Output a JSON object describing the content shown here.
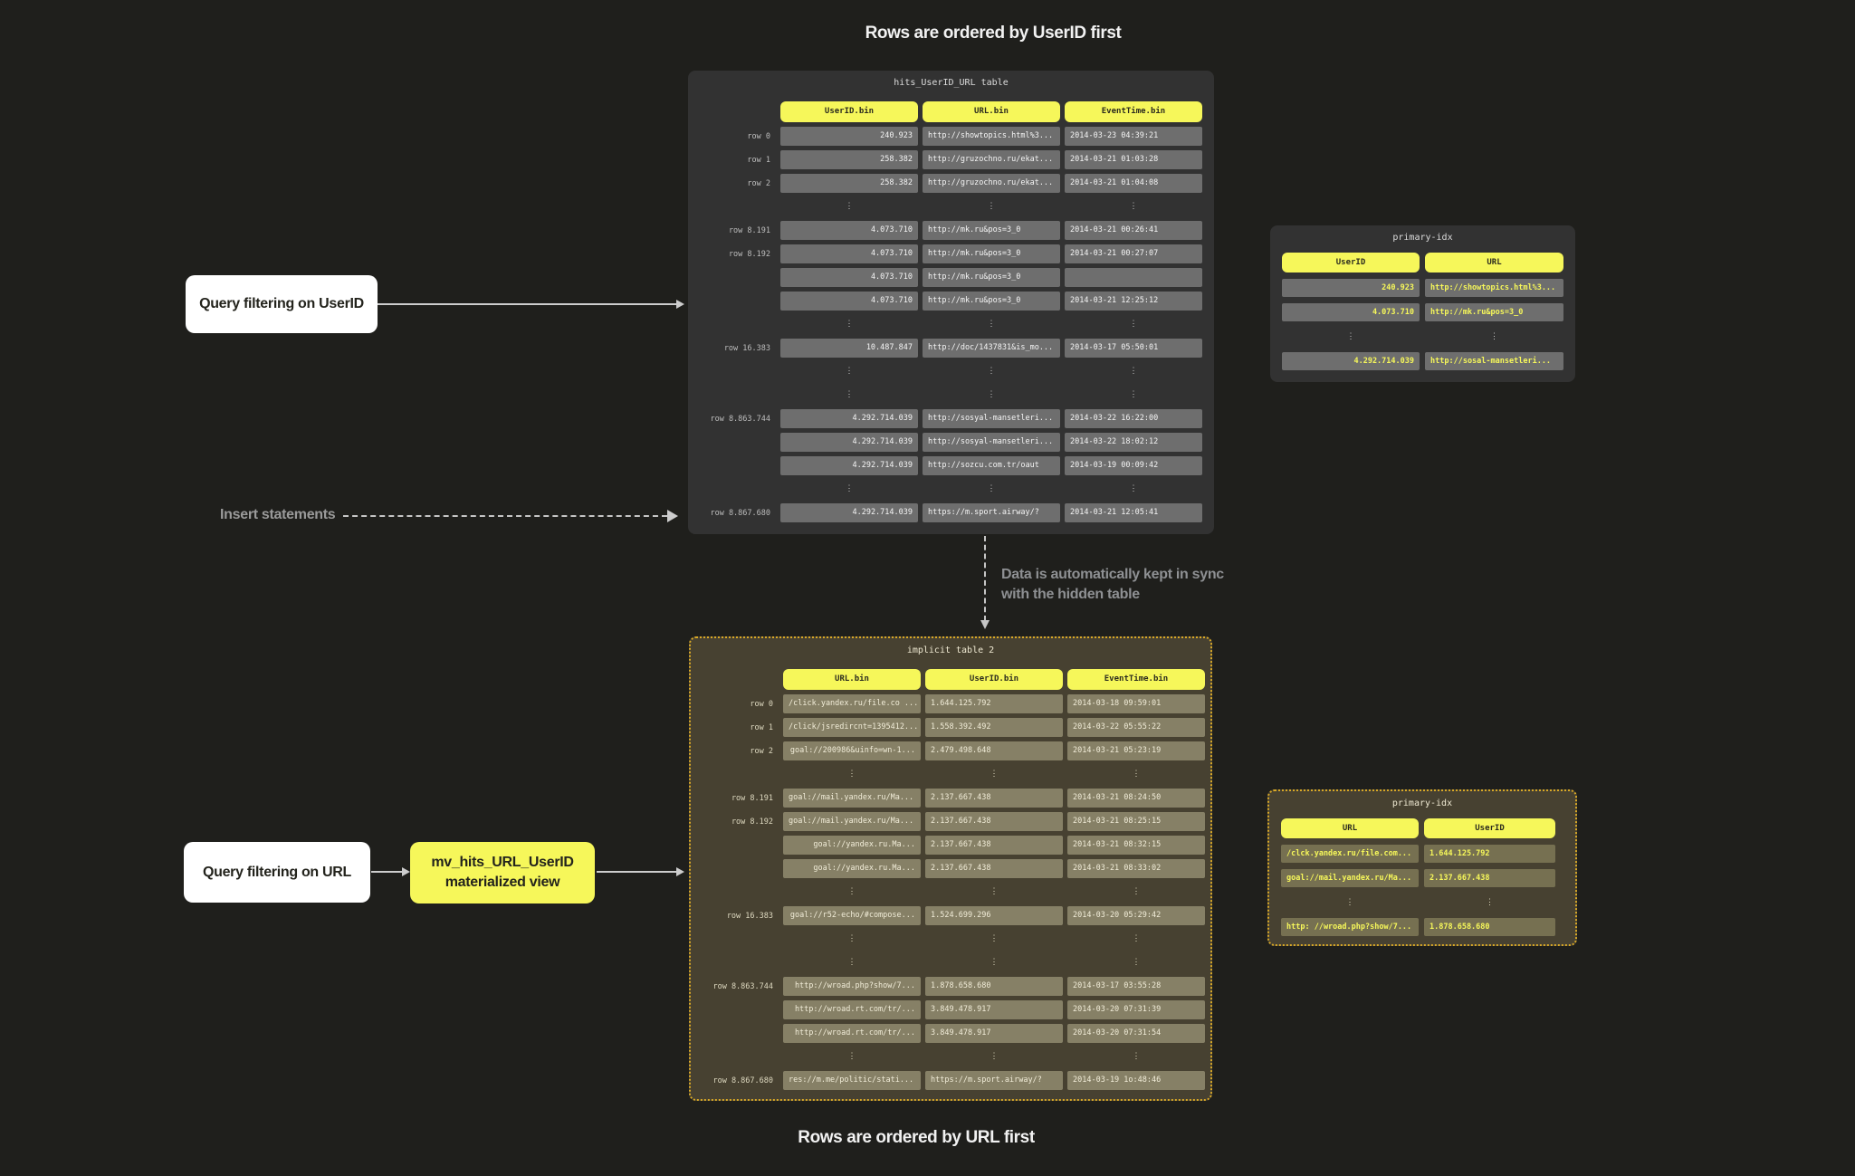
{
  "captions": {
    "top": "Rows are ordered by UserID first",
    "bottom": "Rows are ordered by URL first"
  },
  "labels": {
    "query_userid": "Query filtering on UserID",
    "query_url": "Query filtering on URL",
    "insert_statements": "Insert statements",
    "sync_note": [
      "Data is automatically kept in sync",
      "with the hidden table"
    ],
    "materialized_view": [
      "mv_hits_URL_UserID",
      "materialized view"
    ]
  },
  "colors": {
    "background": "#1f1f1c",
    "panel_dark": "#323232",
    "panel_olive": "#474131",
    "olive_border": "#d8a827",
    "accent_yellow": "#f6f75a",
    "cell_gray": "#6e6e6e",
    "cell_olive": "#868066",
    "white_box": "#ffffff"
  },
  "tables": {
    "hits": {
      "title": "hits_UserID_URL table",
      "headers": [
        "UserID.bin",
        "URL.bin",
        "EventTime.bin"
      ],
      "align": [
        "r",
        "l",
        "l"
      ],
      "rows": [
        {
          "label": "row 0",
          "cells": [
            "240.923",
            "http://showtopics.html%3...",
            "2014-03-23 04:39:21"
          ]
        },
        {
          "label": "row 1",
          "cells": [
            "258.382",
            "http://gruzochno.ru/ekat...",
            "2014-03-21 01:03:28"
          ]
        },
        {
          "label": "row 2",
          "cells": [
            "258.382",
            "http://gruzochno.ru/ekat...",
            "2014-03-21 01:04:08"
          ]
        },
        {
          "dots": true
        },
        {
          "label": "row 8.191",
          "cells": [
            "4.073.710",
            "http://mk.ru&pos=3_0",
            "2014-03-21 00:26:41"
          ]
        },
        {
          "label": "row 8.192",
          "cells": [
            "4.073.710",
            "http://mk.ru&pos=3_0",
            "2014-03-21 00:27:07"
          ]
        },
        {
          "cells": [
            "4.073.710",
            "http://mk.ru&pos=3_0",
            ""
          ]
        },
        {
          "cells": [
            "4.073.710",
            "http://mk.ru&pos=3_0",
            "2014-03-21 12:25:12"
          ]
        },
        {
          "dots": true
        },
        {
          "label": "row 16.383",
          "cells": [
            "10.487.847",
            "http://doc/1437831&is_mo...",
            "2014-03-17 05:50:01"
          ]
        },
        {
          "dots": true
        },
        {
          "dots": true
        },
        {
          "label": "row 8.863.744",
          "cells": [
            "4.292.714.039",
            "http://sosyal-mansetleri...",
            "2014-03-22 16:22:00"
          ]
        },
        {
          "cells": [
            "4.292.714.039",
            "http://sosyal-mansetleri...",
            "2014-03-22 18:02:12"
          ]
        },
        {
          "cells": [
            "4.292.714.039",
            "http://sozcu.com.tr/oaut",
            "2014-03-19 00:09:42"
          ]
        },
        {
          "dots": true
        },
        {
          "label": "row 8.867.680",
          "cells": [
            "4.292.714.039",
            "https://m.sport.airway/?",
            "2014-03-21 12:05:41"
          ]
        }
      ]
    },
    "idx_top": {
      "title": "primary-idx",
      "headers": [
        "UserID",
        "URL"
      ],
      "align": [
        "r",
        "l"
      ],
      "rows": [
        {
          "cells": [
            "240.923",
            "http://showtopics.html%3..."
          ]
        },
        {
          "cells": [
            "4.073.710",
            "http://mk.ru&pos=3_0"
          ]
        },
        {
          "dots": true
        },
        {
          "cells": [
            "4.292.714.039",
            "http://sosal-mansetleri..."
          ]
        }
      ]
    },
    "implicit": {
      "title": "implicit table 2",
      "headers": [
        "URL.bin",
        "UserID.bin",
        "EventTime.bin"
      ],
      "align": [
        "l",
        "l",
        "l"
      ],
      "rows": [
        {
          "label": "row 0",
          "cells": [
            "/click.yandex.ru/file.co ...",
            "1.644.125.792",
            "2014-03-18 09:59:01"
          ]
        },
        {
          "label": "row 1",
          "cells": [
            "/click/jsredircnt=1395412...",
            "1.558.392.492",
            "2014-03-22 05:55:22"
          ]
        },
        {
          "label": "row 2",
          "cells": [
            "goal://200986&uinfo=wn-1...",
            "2.479.498.648",
            "2014-03-21 05:23:19"
          ],
          "align": [
            "r",
            "l",
            "l"
          ]
        },
        {
          "dots": true
        },
        {
          "label": "row 8.191",
          "cells": [
            "goal://mail.yandex.ru/Ma...",
            "2.137.667.438",
            "2014-03-21 08:24:50"
          ]
        },
        {
          "label": "row 8.192",
          "cells": [
            "goal://mail.yandex.ru/Ma...",
            "2.137.667.438",
            "2014-03-21 08:25:15"
          ]
        },
        {
          "cells": [
            "goal://yandex.ru.Ma...",
            "2.137.667.438",
            "2014-03-21 08:32:15"
          ],
          "align": [
            "r",
            "l",
            "l"
          ]
        },
        {
          "cells": [
            "goal://yandex.ru.Ma...",
            "2.137.667.438",
            "2014-03-21 08:33:02"
          ],
          "align": [
            "r",
            "l",
            "l"
          ]
        },
        {
          "dots": true
        },
        {
          "label": "row 16.383",
          "cells": [
            "goal://r52-echo/#compose...",
            "1.524.699.296",
            "2014-03-20 05:29:42"
          ],
          "align": [
            "r",
            "l",
            "l"
          ]
        },
        {
          "dots": true
        },
        {
          "dots": true
        },
        {
          "label": "row 8.863.744",
          "cells": [
            "http://wroad.php?show/7...",
            "1.878.658.680",
            "2014-03-17 03:55:28"
          ],
          "align": [
            "r",
            "l",
            "l"
          ]
        },
        {
          "cells": [
            "http://wroad.rt.com/tr/...",
            "3.849.478.917",
            "2014-03-20 07:31:39"
          ],
          "align": [
            "r",
            "l",
            "l"
          ]
        },
        {
          "cells": [
            "http://wroad.rt.com/tr/...",
            "3.849.478.917",
            "2014-03-20 07:31:54"
          ],
          "align": [
            "r",
            "l",
            "l"
          ]
        },
        {
          "dots": true
        },
        {
          "label": "row 8.867.680",
          "cells": [
            "res://m.me/politic/stati...",
            "https://m.sport.airway/?",
            "2014-03-19 1o:48:46"
          ]
        }
      ]
    },
    "idx_bottom": {
      "title": "primary-idx",
      "headers": [
        "URL",
        "UserID"
      ],
      "align": [
        "l",
        "l"
      ],
      "rows": [
        {
          "cells": [
            "/clck.yandex.ru/file.com...",
            "1.644.125.792"
          ]
        },
        {
          "cells": [
            "goal://mail.yandex.ru/Ma...",
            "2.137.667.438"
          ]
        },
        {
          "dots": true
        },
        {
          "cells": [
            "http: //wroad.php?show/7...",
            "1.878.658.680"
          ]
        }
      ]
    }
  }
}
